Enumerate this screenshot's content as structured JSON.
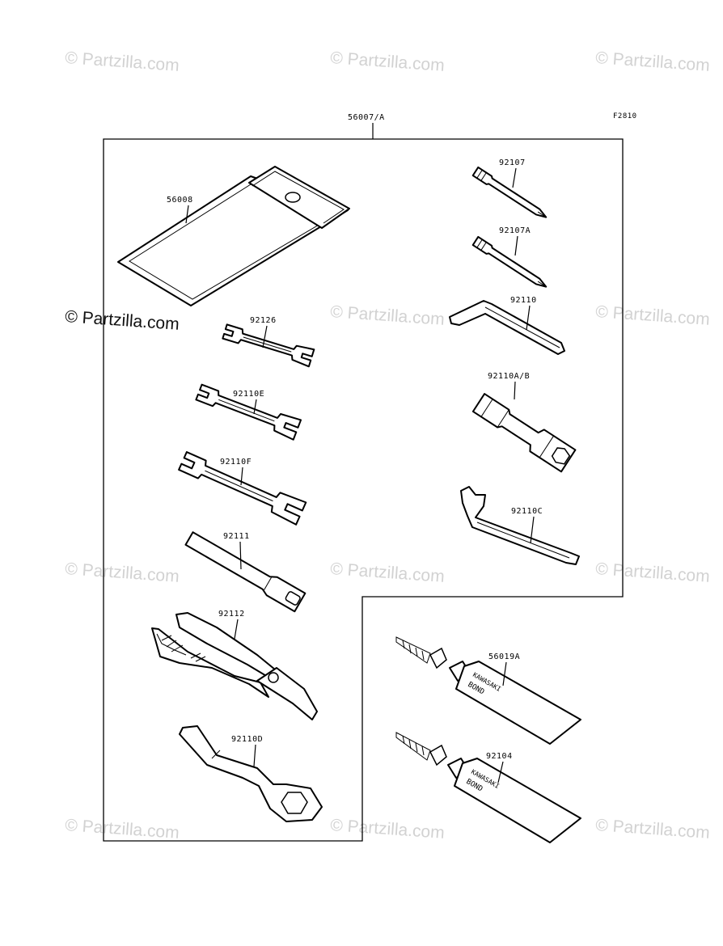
{
  "figure_id": "F2810",
  "kit_label": "56007/A",
  "watermark_text": "© Partzilla.com",
  "parts": [
    {
      "id": "pouch",
      "label": "56008",
      "icon": "tool-pouch-icon"
    },
    {
      "id": "wrench_a",
      "label": "92126",
      "icon": "open-end-wrench-icon"
    },
    {
      "id": "wrench_b",
      "label": "92110E",
      "icon": "open-end-wrench-icon"
    },
    {
      "id": "wrench_c",
      "label": "92110F",
      "icon": "open-end-wrench-icon"
    },
    {
      "id": "handle",
      "label": "92111",
      "icon": "screwdriver-handle-icon"
    },
    {
      "id": "pliers",
      "label": "92112",
      "icon": "pliers-icon"
    },
    {
      "id": "box_wrench",
      "label": "92110D",
      "icon": "box-end-wrench-icon"
    },
    {
      "id": "screwdriver_1",
      "label": "92107",
      "icon": "screwdriver-bit-icon"
    },
    {
      "id": "screwdriver_2",
      "label": "92107A",
      "icon": "screwdriver-bit-icon"
    },
    {
      "id": "hex_key",
      "label": "92110",
      "icon": "hex-key-icon"
    },
    {
      "id": "socket",
      "label": "92110A/B",
      "icon": "plug-socket-wrench-icon"
    },
    {
      "id": "hook_wrench",
      "label": "92110C",
      "icon": "hook-spanner-icon"
    },
    {
      "id": "bond_1",
      "label": "56019A",
      "icon": "bond-tube-icon"
    },
    {
      "id": "bond_2",
      "label": "92104",
      "icon": "bond-tube-icon"
    }
  ],
  "tube_print": [
    "KAWASAKI",
    "BOND"
  ],
  "colors": {
    "line": "#000000",
    "watermark": "#d2d2d2",
    "background": "#ffffff"
  }
}
